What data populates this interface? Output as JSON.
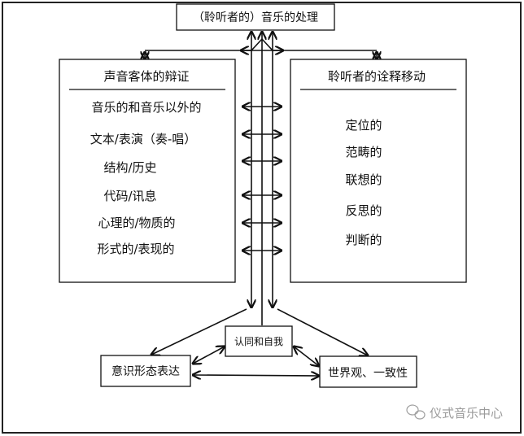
{
  "top_box": "（聆听者的）音乐的处理",
  "left_box": {
    "title": "声音客体的辩证",
    "items": [
      "音乐的和音乐以外的",
      "文本/表演（奏-唱）",
      "结构/历史",
      "代码/讯息",
      "心理的/物质的",
      "形式的/表现的"
    ]
  },
  "right_box": {
    "title": "聆听者的诠释移动",
    "items": [
      "定位的",
      "范畴的",
      "联想的",
      "反思的",
      "判断的"
    ]
  },
  "bottom": {
    "identity": "认同和自我",
    "ideology": "意识形态表达",
    "worldview": "世界观、一致性"
  },
  "watermark": "仪式音乐中心"
}
